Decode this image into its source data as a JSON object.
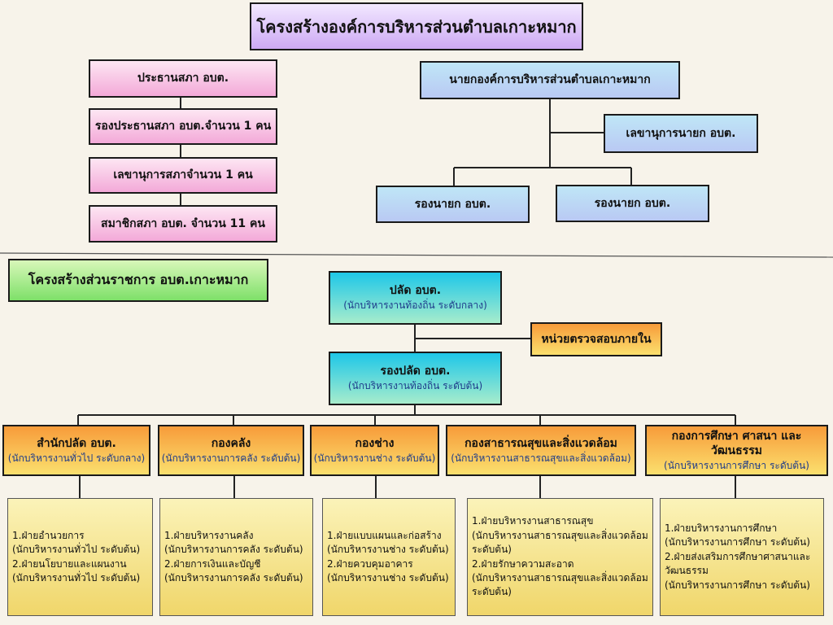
{
  "council": {
    "title": "โครงสร้างองค์การบริหารส่วนตำบลเกาะหมาก",
    "president": "ประธานสภา อบต.",
    "vice_president": "รองประธานสภา อบต.จำนวน 1 คน",
    "secretary": "เลขานุการสภาจำนวน 1 คน",
    "members": "สมาชิกสภา อบต. จำนวน 11 คน"
  },
  "executive": {
    "mayor": "นายกองค์การบริหารส่วนตำบลเกาะหมาก",
    "mayor_secretary": "เลขานุการนายก อบต.",
    "deputy_1": "รองนายก อบต.",
    "deputy_2": "รองนายก อบต."
  },
  "admin": {
    "title": "โครงสร้างส่วนราชการ อบต.เกาะหมาก",
    "palad": {
      "title": "ปลัด อบต.",
      "sub": "(นักบริหารงานท้องถิ่น ระดับกลาง)"
    },
    "audit": "หน่วยตรวจสอบภายใน",
    "deputy_palad": {
      "title": "รองปลัด อบต.",
      "sub": "(นักบริหารงานท้องถิ่น ระดับต้น)"
    },
    "departments": [
      {
        "title": "สำนักปลัด อบต.",
        "sub": "(นักบริหารงานทั่วไป ระดับกลาง)",
        "sections": [
          "1.ฝ่ายอำนวยการ",
          "(นักบริหารงานทั่วไป ระดับต้น)",
          "2.ฝ่ายนโยบายและแผนงาน",
          "(นักบริหารงานทั่วไป ระดับต้น)"
        ]
      },
      {
        "title": "กองคลัง",
        "sub": "(นักบริหารงานการคลัง ระดับต้น)",
        "sections": [
          "1.ฝ่ายบริหารงานคลัง",
          "(นักบริหารงานการคลัง ระดับต้น)",
          "2.ฝ่ายการเงินและบัญชี",
          "(นักบริหารงานการคลัง ระดับต้น)"
        ]
      },
      {
        "title": "กองช่าง",
        "sub": "(นักบริหารงานช่าง ระดับต้น)",
        "sections": [
          "1.ฝ่ายแบบแผนและก่อสร้าง",
          "(นักบริหารงานช่าง ระดับต้น)",
          "2.ฝ่ายควบคุมอาคาร",
          "(นักบริหารงานช่าง ระดับต้น)"
        ]
      },
      {
        "title": "กองสาธารณสุขและสิ่งแวดล้อม",
        "sub": "(นักบริหารงานสาธารณสุขและสิ่งแวดล้อม)",
        "sections": [
          "1.ฝ่ายบริหารงานสาธารณสุข",
          "(นักบริหารงานสาธารณสุขและสิ่งแวดล้อม ระดับต้น)",
          "2.ฝ่ายรักษาความสะอาด",
          "(นักบริหารงานสาธารณสุขและสิ่งแวดล้อม ระดับต้น)"
        ]
      },
      {
        "title": "กองการศึกษา ศาสนา และวัฒนธรรม",
        "sub": "(นักบริหารงานการศึกษา ระดับต้น)",
        "sections": [
          "1.ฝ่ายบริหารงานการศึกษา",
          "(นักบริหารงานการศึกษา ระดับต้น)",
          "2.ฝ่ายส่งเสริมการศึกษาศาสนาและวัฒนธรรม",
          "(นักบริหารงานการศึกษา ระดับต้น)"
        ]
      }
    ]
  }
}
